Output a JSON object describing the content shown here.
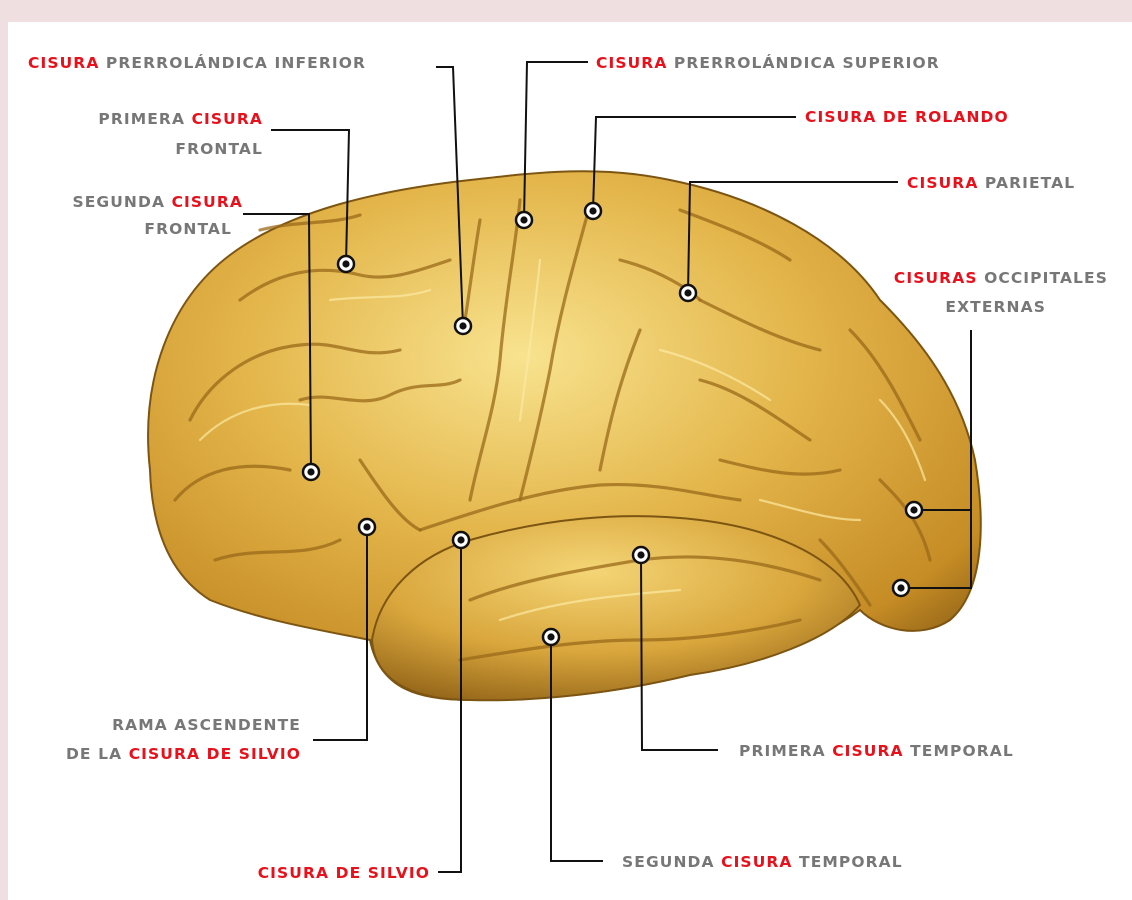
{
  "labels": {
    "prerrolandica_inferior": {
      "red": "CISURA",
      "gray": " PRERROLÁNDICA INFERIOR"
    },
    "prerrolandica_superior": {
      "red": "CISURA",
      "gray": " PRERROLÁNDICA SUPERIOR"
    },
    "primera_frontal": {
      "line1_gray": "PRIMERA ",
      "line1_red": "CISURA",
      "line2_gray": "FRONTAL"
    },
    "rolando": {
      "red": "CISURA DE ROLANDO"
    },
    "parietal": {
      "red": "CISURA",
      "gray": " PARIETAL"
    },
    "segunda_frontal": {
      "line1_gray": "SEGUNDA ",
      "line1_red": "CISURA",
      "line2_gray": "FRONTAL"
    },
    "occipitales": {
      "line1_red": "CISURAS",
      "line1_gray": " OCCIPITALES",
      "line2_gray": "EXTERNAS"
    },
    "rama_ascendente": {
      "line1_gray": "RAMA ASCENDENTE",
      "line2_gray": "DE LA ",
      "line2_red": "CISURA DE SILVIO"
    },
    "primera_temporal": {
      "gray_a": "PRIMERA ",
      "red": "CISURA",
      "gray_b": " TEMPORAL"
    },
    "silvio": {
      "red": "CISURA DE SILVIO"
    },
    "segunda_temporal": {
      "gray_a": "SEGUNDA ",
      "red": "CISURA",
      "gray_b": " TEMPORAL"
    }
  },
  "colors": {
    "label_gray": "#777777",
    "label_red": "#e8101a",
    "brain_base": "#d9a93c",
    "brain_highlight": "#f6dc84",
    "brain_shadow": "#8f6217",
    "page_border": "#f0dfe0"
  }
}
